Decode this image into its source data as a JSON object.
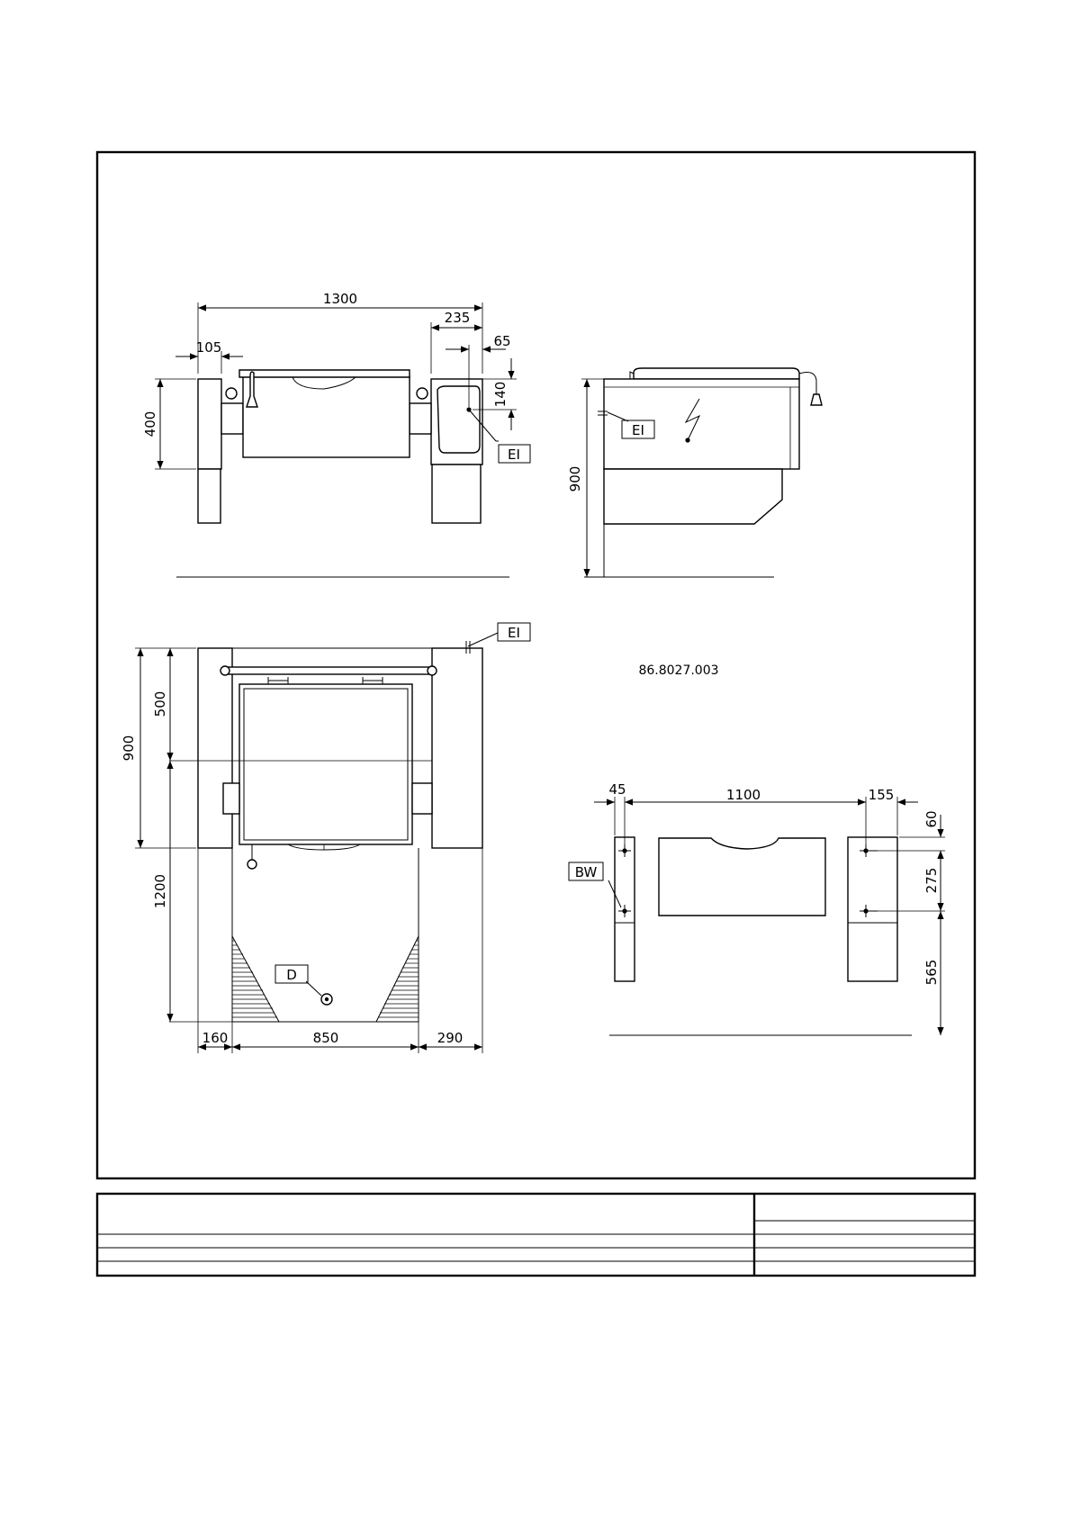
{
  "drawing": {
    "code": "86.8027.003",
    "front_view": {
      "dims": {
        "width_total": "1300",
        "left_offset": "105",
        "right_panel": "235",
        "connection_offset": "65",
        "connection_height": "140",
        "height": "400"
      },
      "label_el": "EI"
    },
    "side_view": {
      "dims": {
        "height_total": "900"
      },
      "label_el": "EI"
    },
    "top_view": {
      "dims": {
        "depth": "900",
        "depth_upper": "500",
        "tilt_clearance": "1200",
        "left": "160",
        "middle": "850",
        "right": "290"
      },
      "label_el": "EI",
      "label_drain": "D"
    },
    "foundation_view": {
      "dims": {
        "left_edge": "45",
        "span": "1100",
        "right_edge": "155",
        "top_offset": "60",
        "hole_spacing": "275",
        "bottom": "565"
      },
      "label_water": "BW"
    }
  },
  "title_block": {
    "rows": 4
  }
}
